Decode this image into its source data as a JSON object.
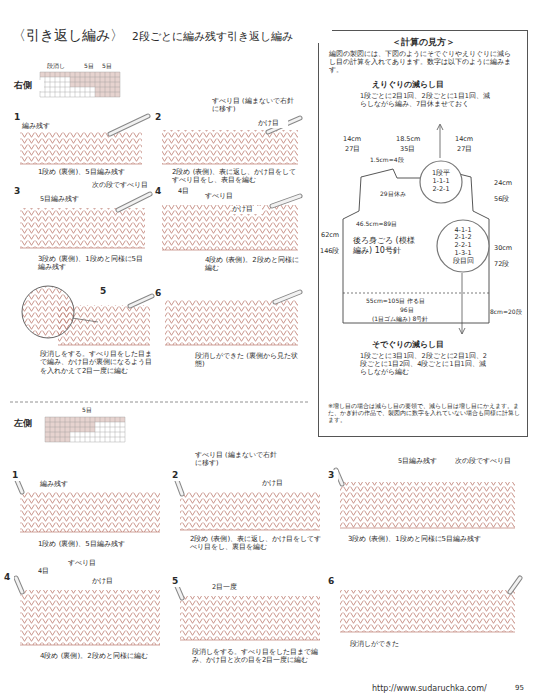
{
  "diagram": {
    "title": "〈引き返し編み〉",
    "nodes": [
      {
        "text": [
          "＜計算の見方＞",
          "編図の製図には、下図のようにそでぐりやえりぐりに減らし目の計算を入れてあります。数字は以下のように編みます。"
        ]
      },
      {
        "text": [
          "後ろ身ごろ (模様編み) 10号針"
        ],
        "in": 0
      },
      {
        "text": [
          "1段平",
          "1-1-1",
          "2-2-1"
        ],
        "in": 0
      },
      {
        "text": [
          "4-1-1",
          "2-1-2",
          "2-2-1",
          "1-3-1",
          "段目回"
        ],
        "in": 0
      }
    ],
    "labels": [
      "2段ごとに編み残す引き返し編み",
      "右側",
      "段消し",
      "5目",
      "5目",
      "1",
      "編み残す",
      "1段め (裏側)、5目編み残す",
      "2",
      "すべり目 (編まないで右針に移す)",
      "かけ目",
      "2段め (表側)、表に返し、かけ目をしてすべり目をし、表目を編む",
      "3",
      "5目編み残す",
      "次の段ですべり目",
      "3段め (裏側)、1段めと同様に5目編み残す",
      "4",
      "4目",
      "すべり目",
      "かけ目",
      "4段め (表側)。2段めと同様に編む",
      "5",
      "段消しをする。すべり目をした目まで編み、かけ目が裏側になるよう目を入れかえて2目一度に編む",
      "6",
      "段消しができた (裏側から見た状態)",
      "左側",
      "5目",
      "1",
      "編み残す",
      "1段め (裏側)、5目編み残す",
      "2",
      "すべり目 (編まないで右針に移す)",
      "かけ目",
      "2段め (表側)、表に返し、かけ目をしてすべり目をし、裏目を編む",
      "3",
      "5目編み残す",
      "次の段ですべり目",
      "3段め (表側)、1段めと同様に5目編み残す",
      "4",
      "4目",
      "すべり目",
      "かけ目",
      "4段め (裏側)。2段めと同様に編む",
      "5",
      "2目一度",
      "段消しをする。すべり目をした目まで編み、かけ目と次の目を2目一度に編む",
      "6",
      "段消しができた",
      "えりぐりの減らし目",
      "1段ごとに2目1回、2段ごとに1目1回、減らしながら編み、7目休ませておく",
      "14cm",
      "18.5cm",
      "14cm",
      "27目",
      "35目",
      "27目",
      "1.5cm=4段",
      "29目休み",
      "24cm",
      "56段",
      "30cm",
      "72段",
      "62cm",
      "146段",
      "46.5cm=89目",
      "55cm=105目 作る目",
      "96目",
      "(1目ゴム編み) 8号針",
      "8cm=20段",
      "そでぐりの減らし目",
      "1段ごとに3目1回、2段ごとに2目1回、2段ごとに1目2回、4段ごとに1目1回、減らしながら編む",
      "※増し目の場合は減らし目の要領で、減らし目は増し目にかえます。また、かぎ針の作品で、製図内に数字を入れていない場合も同様に計算します。",
      "http://www.sudaruchka.com/",
      "95"
    ]
  }
}
